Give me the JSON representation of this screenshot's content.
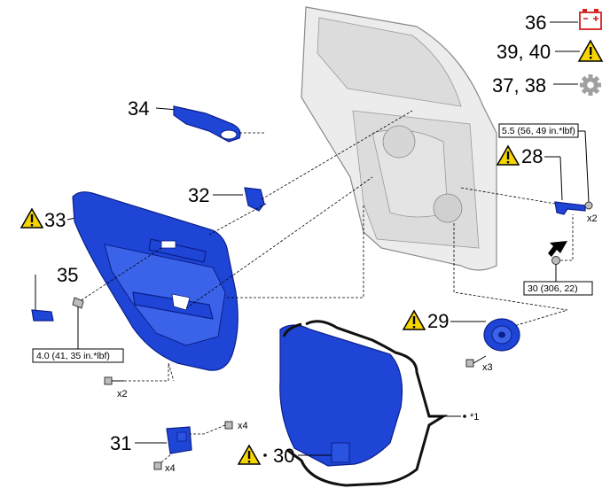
{
  "labels": {
    "p36": "36",
    "p39_40": "39, 40",
    "p37_38": "37, 38",
    "p34": "34",
    "p28": "28",
    "p32": "32",
    "p33": "33",
    "p35": "35",
    "p29": "29",
    "p31": "31",
    "p30": "30"
  },
  "torque": {
    "t28": "5.5 (56, 49 in.*lbf)",
    "t35": "4.0 (41, 35 in.*lbf)",
    "t30": "30 (306, 22)"
  },
  "quantities": {
    "x2_a": "x2",
    "x2_b": "x2",
    "x3": "x3",
    "x4_a": "x4",
    "x4_b": "x4"
  },
  "callouts": {
    "star1": "*1"
  },
  "colors": {
    "part_blue": "#1f45d6",
    "warning_yellow": "#f5d400",
    "battery_red": "#d42020",
    "gear_gray": "#a0a0a0"
  },
  "icons": {
    "battery": "battery-icon",
    "warning": "warning-icon",
    "gear": "gear-icon"
  }
}
